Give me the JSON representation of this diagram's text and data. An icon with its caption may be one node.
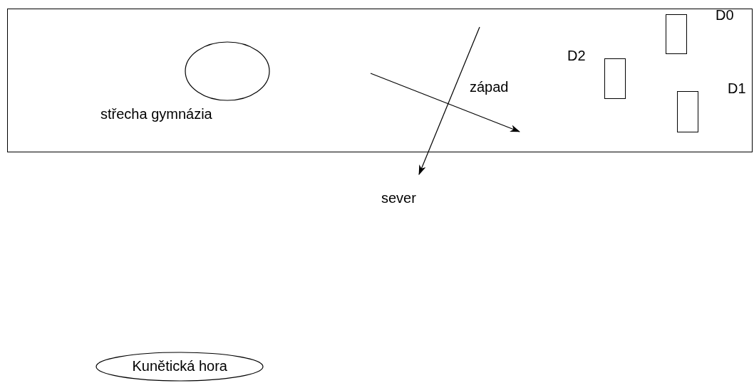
{
  "diagram": {
    "nodes": [
      {
        "text": [
          "střecha gymnázia"
        ]
      },
      {
        "text": [],
        "shape": "circle",
        "in": 0
      },
      {
        "text": [],
        "shape": "box",
        "in": 0,
        "beside": [
          "D2"
        ]
      },
      {
        "text": [],
        "shape": "box",
        "in": 0,
        "beside": [
          "D0"
        ]
      },
      {
        "text": [],
        "shape": "box",
        "in": 0,
        "beside": [
          "D1"
        ]
      },
      {
        "text": [
          "Kunětická hora"
        ]
      }
    ],
    "edges": [],
    "labels": [
      "západ",
      "sever"
    ]
  }
}
